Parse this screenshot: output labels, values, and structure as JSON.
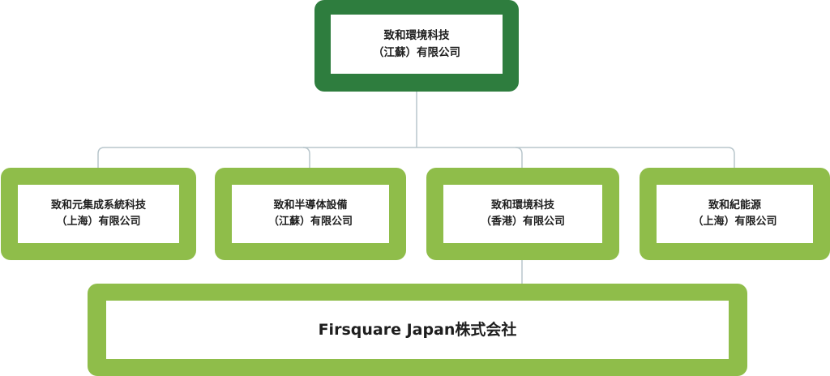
{
  "org": {
    "root": {
      "line1": "致和環境科技",
      "line2": "（江蘇）有限公司"
    },
    "children": [
      {
        "line1": "致和元集成系統科技",
        "line2": "（上海）有限公司"
      },
      {
        "line1": "致和半導体設備",
        "line2": "（江蘇）有限公司"
      },
      {
        "line1": "致和環境科技",
        "line2": "（香港）有限公司"
      },
      {
        "line1": "致和紀能源",
        "line2": "（上海）有限公司"
      }
    ],
    "grandchild": {
      "line1": "Firsquare Japan株式会社"
    }
  },
  "colors": {
    "root_border": "#2e7d3e",
    "child_border": "#8fbd4a",
    "connector": "#b8c6cc",
    "dot": "#5f6b70"
  }
}
